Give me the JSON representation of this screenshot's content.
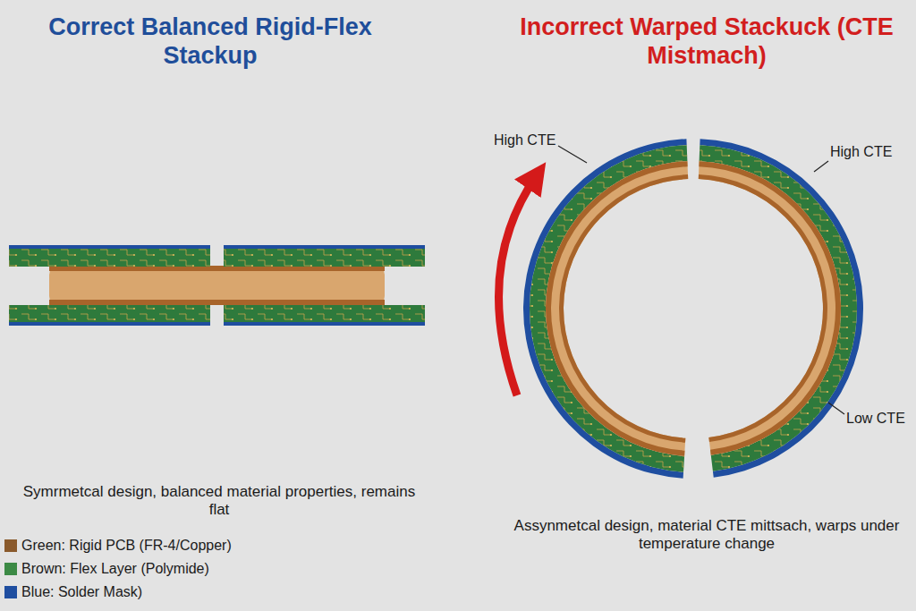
{
  "diagram": {
    "labels": [
      "Correct Balanced Rigid-Flex Stackup",
      "Incorrect Warped Stackuck (CTE Mistmach)",
      "High CTE",
      "High CTE",
      "Low CTE",
      "Symrmetcal design, balanced material properties, remains flat",
      "Assynmetcal design, material CTE mittsach, warps under temperature change"
    ],
    "legend": [
      {
        "text": "Green: Rigid PCB (FR-4/Copper)",
        "color": "#8a5a2c"
      },
      {
        "text": "Brown: Flex Layer (Polymide)",
        "color": "#3c8a45"
      },
      {
        "text": "Blue: Solder Mask)",
        "color": "#1f4ea0"
      }
    ]
  }
}
